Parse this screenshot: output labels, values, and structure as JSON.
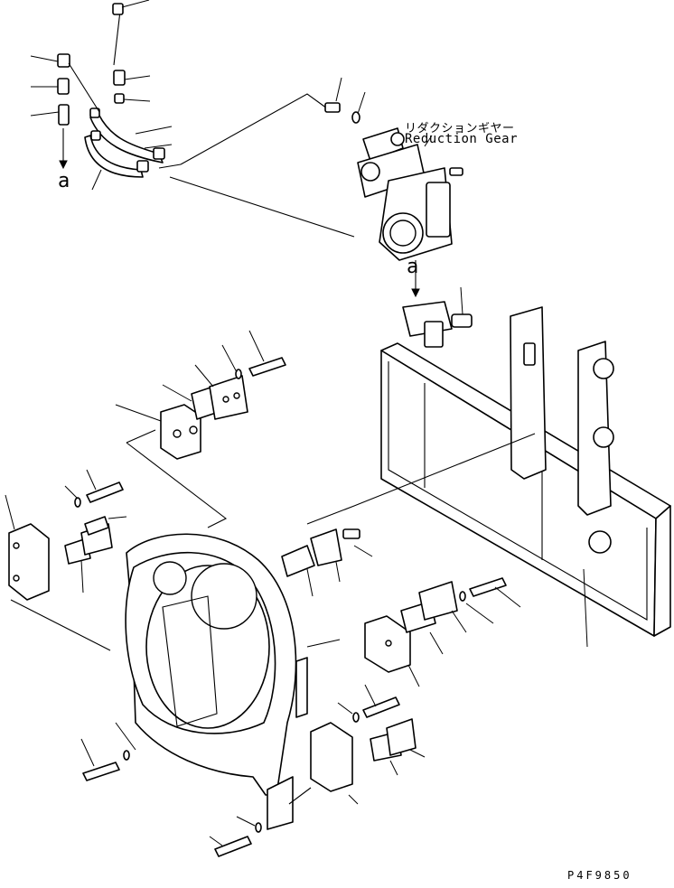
{
  "labels": {
    "part_name_jp": "リダクションギヤー",
    "part_name_en": "Reduction Gear",
    "connection_left": "a",
    "connection_right": "a",
    "drawing_code": "P4F9850"
  }
}
